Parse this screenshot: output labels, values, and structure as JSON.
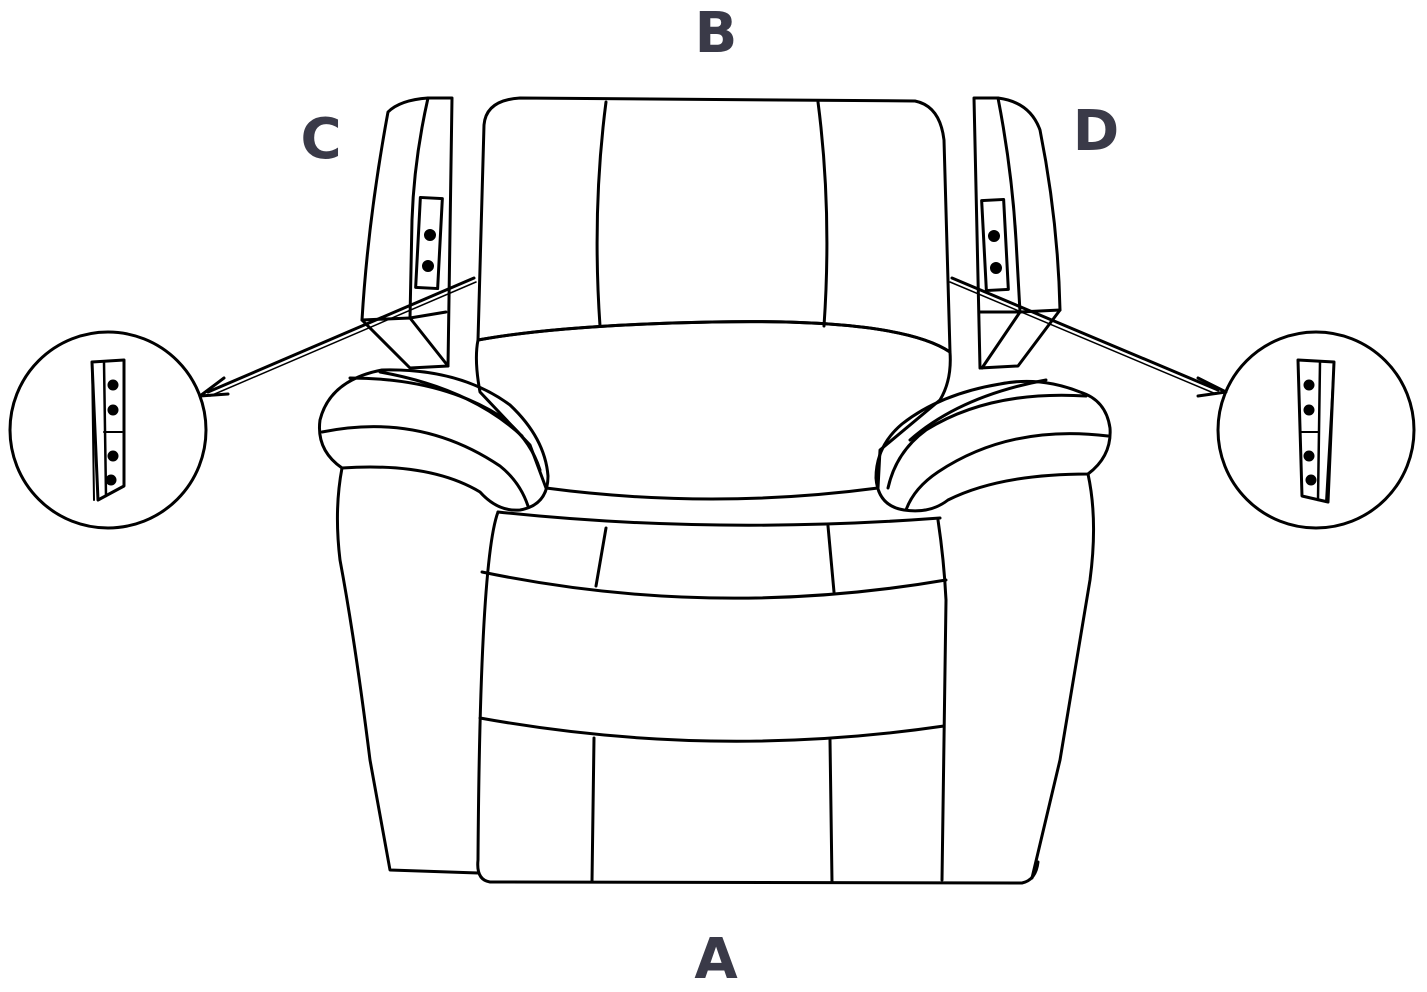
{
  "labels": {
    "a": "A",
    "b": "B",
    "c": "C",
    "d": "D"
  },
  "colors": {
    "stroke": "#000000",
    "label": "#3a3a48",
    "background": "#ffffff"
  }
}
